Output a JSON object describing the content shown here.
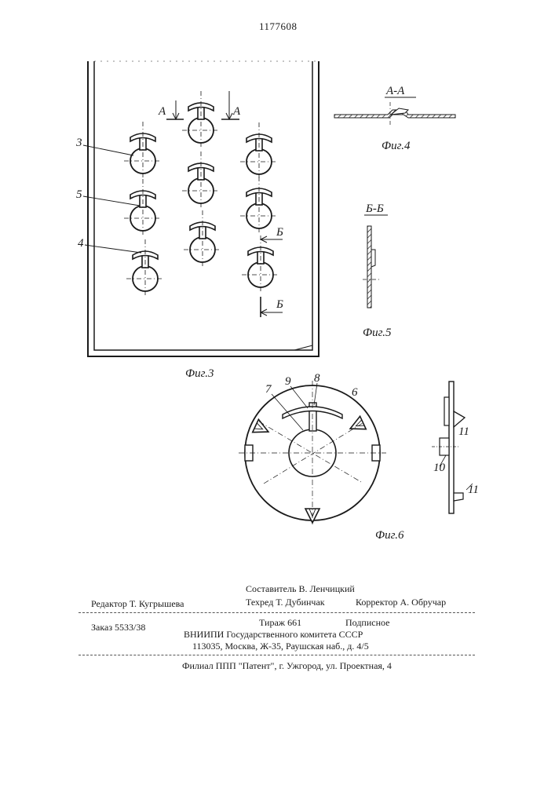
{
  "header": {
    "patent_number": "1177608"
  },
  "figures": {
    "fig3": {
      "caption": "Фиг.3",
      "section_a": "А",
      "section_b": "Б",
      "callouts": [
        "3",
        "5",
        "4"
      ]
    },
    "fig4": {
      "caption": "Фиг.4",
      "section_title": "А-А"
    },
    "fig5": {
      "caption": "Фиг.5",
      "section_title": "Б-Б"
    },
    "fig6": {
      "caption": "Фиг.6",
      "callouts": [
        "7",
        "9",
        "8",
        "6",
        "11",
        "10",
        "11"
      ]
    }
  },
  "imprint": {
    "compiler": "Составитель В. Ленчицкий",
    "editor": "Редактор Т. Кугрышева",
    "techred": "Техред Т. Дубинчак",
    "corrector": "Корректор А. Обручар",
    "order": "Заказ 5533/38",
    "circulation": "Тираж 661",
    "subscription": "Подписное",
    "organization": "ВНИИПИ Государственного комитета СССР",
    "address": "113035, Москва, Ж-35, Раушская наб., д. 4/5",
    "branch": "Филиал ППП \"Патент\", г. Ужгород, ул. Проектная, 4"
  }
}
